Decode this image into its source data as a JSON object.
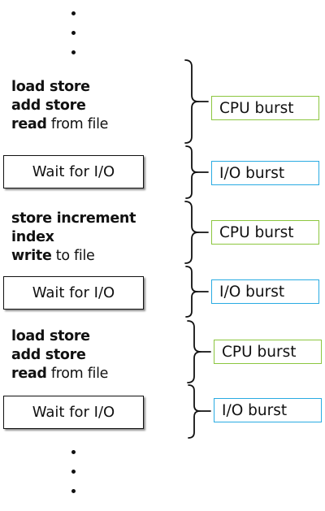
{
  "colors": {
    "cpu_border": "#8cc63f",
    "io_border": "#29abe2",
    "text": "#111111"
  },
  "blocks": [
    {
      "lines": [
        {
          "bold": "load store",
          "rest": ""
        },
        {
          "bold": "add store",
          "rest": ""
        },
        {
          "bold": "read",
          "rest": " from file"
        }
      ],
      "wait": "Wait for I/O",
      "cpu": "CPU burst",
      "io": "I/O burst"
    },
    {
      "lines": [
        {
          "bold": "store increment",
          "rest": ""
        },
        {
          "bold": "index",
          "rest": ""
        },
        {
          "bold": "write",
          "rest": " to file"
        }
      ],
      "wait": "Wait for I/O",
      "cpu": "CPU burst",
      "io": "I/O burst"
    },
    {
      "lines": [
        {
          "bold": "load store",
          "rest": ""
        },
        {
          "bold": "add store",
          "rest": ""
        },
        {
          "bold": "read",
          "rest": " from file"
        }
      ],
      "wait": "Wait for I/O",
      "cpu": "CPU burst",
      "io": "I/O burst"
    }
  ]
}
